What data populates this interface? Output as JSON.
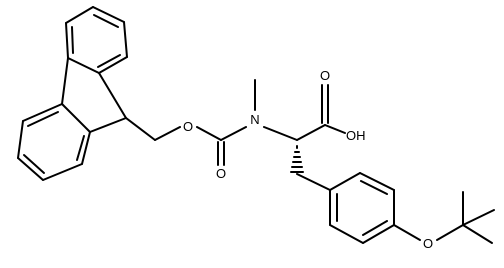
{
  "atoms": {
    "ester_oxygen": "O",
    "carbonyl_oxygen": "O",
    "nitrogen": "N",
    "acid_carbonyl_oxygen": "O",
    "hydroxyl": "OH",
    "ether_oxygen": "O"
  }
}
